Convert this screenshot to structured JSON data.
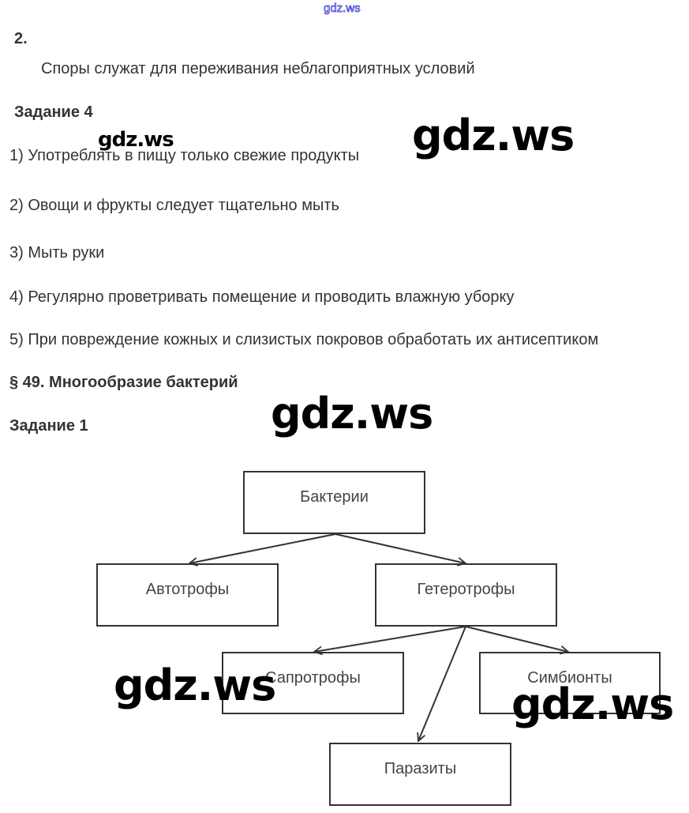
{
  "watermark_top": "gdz.ws",
  "watermark": "gdz.ws",
  "section2": {
    "number": "2.",
    "text": "Споры служат для переживания неблагоприятных условий"
  },
  "task4": {
    "title": "Задание 4",
    "items": [
      "1) Употреблять в пищу только свежие продукты",
      "2) Овощи и фрукты следует тщательно мыть",
      "3) Мыть руки",
      "4) Регулярно проветривать помещение и проводить влажную уборку",
      "5) При повреждение кожных и слизистых покровов обработать их антисептиком"
    ]
  },
  "paragraph": {
    "title": "§ 49. Многообразие бактерий"
  },
  "task1": {
    "title": "Задание 1"
  },
  "diagram": {
    "root": "Бактерии",
    "autotrophs": "Автотрофы",
    "heterotrophs": "Гетеротрофы",
    "saprotrophs": "Сапротрофы",
    "symbionts": "Симбионты",
    "parasites": "Паразиты"
  }
}
